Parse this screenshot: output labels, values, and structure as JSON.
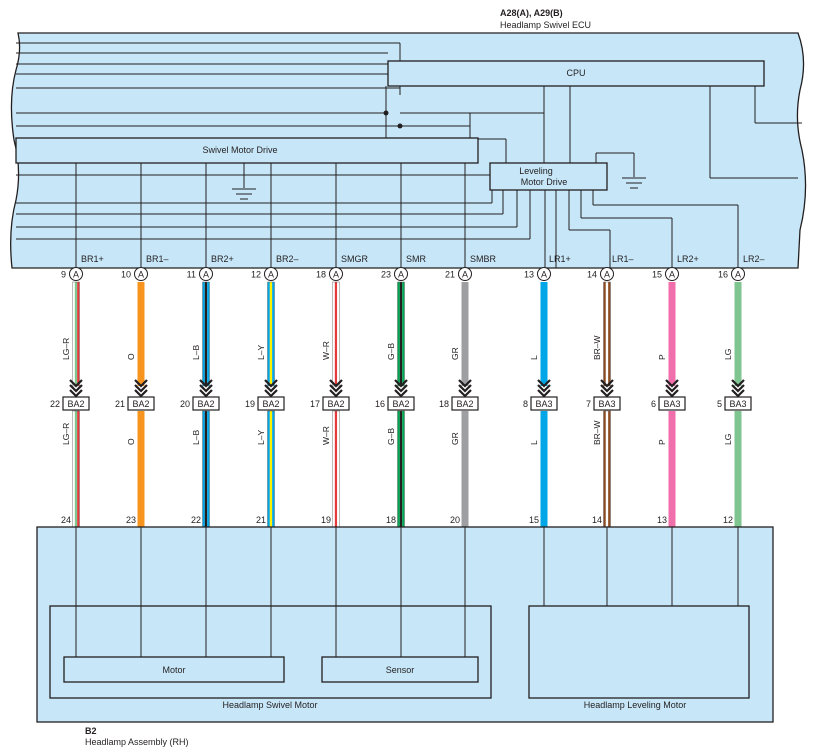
{
  "ecu": {
    "code": "A28(A), A29(B)",
    "name": "Headlamp Swivel ECU",
    "cpu_label": "CPU",
    "swivel_drive_label": "Swivel Motor Drive",
    "leveling_drive_line1": "Leveling",
    "leveling_drive_line2": "Motor Drive"
  },
  "assembly": {
    "code": "B2",
    "name": "Headlamp Assembly (RH)",
    "swivel_motor_label": "Headlamp Swivel Motor",
    "leveling_motor_label": "Headlamp Leveling Motor",
    "motor_label": "Motor",
    "sensor_label": "Sensor"
  },
  "circuits": [
    {
      "signal": "BR1+",
      "ecu_pin": "9",
      "ecu_conn": "A",
      "wire": "LG–R",
      "joint_pin": "22",
      "joint": "BA2",
      "asm_pin": "24",
      "colors": [
        "#ffffff",
        "#7ec58f",
        "#e23a3a"
      ]
    },
    {
      "signal": "BR1–",
      "ecu_pin": "10",
      "ecu_conn": "A",
      "wire": "O",
      "joint_pin": "21",
      "joint": "BA2",
      "asm_pin": "23",
      "colors": [
        "#f7941d"
      ]
    },
    {
      "signal": "BR2+",
      "ecu_pin": "11",
      "ecu_conn": "A",
      "wire": "L–B",
      "joint_pin": "20",
      "joint": "BA2",
      "asm_pin": "22",
      "colors": [
        "#00a6e6",
        "#231f20"
      ]
    },
    {
      "signal": "BR2–",
      "ecu_pin": "12",
      "ecu_conn": "A",
      "wire": "L–Y",
      "joint_pin": "19",
      "joint": "BA2",
      "asm_pin": "21",
      "colors": [
        "#00a6e6",
        "#fff200"
      ]
    },
    {
      "signal": "SMGR",
      "ecu_pin": "18",
      "ecu_conn": "A",
      "wire": "W–R",
      "joint_pin": "17",
      "joint": "BA2",
      "asm_pin": "19",
      "colors": [
        "#ffffff",
        "#e23a3a"
      ]
    },
    {
      "signal": "SMR",
      "ecu_pin": "23",
      "ecu_conn": "A",
      "wire": "G–B",
      "joint_pin": "16",
      "joint": "BA2",
      "asm_pin": "18",
      "colors": [
        "#00a651",
        "#231f20"
      ]
    },
    {
      "signal": "SMBR",
      "ecu_pin": "21",
      "ecu_conn": "A",
      "wire": "GR",
      "joint_pin": "18",
      "joint": "BA2",
      "asm_pin": "20",
      "colors": [
        "#9d9fa2"
      ]
    },
    {
      "signal": "LR1+",
      "ecu_pin": "13",
      "ecu_conn": "A",
      "wire": "L",
      "joint_pin": "8",
      "joint": "BA3",
      "asm_pin": "15",
      "colors": [
        "#00a6e6"
      ]
    },
    {
      "signal": "LR1–",
      "ecu_pin": "14",
      "ecu_conn": "A",
      "wire": "BR–W",
      "joint_pin": "7",
      "joint": "BA3",
      "asm_pin": "14",
      "colors": [
        "#8b4a20",
        "#ffffff"
      ]
    },
    {
      "signal": "LR2+",
      "ecu_pin": "15",
      "ecu_conn": "A",
      "wire": "P",
      "joint_pin": "6",
      "joint": "BA3",
      "asm_pin": "13",
      "colors": [
        "#f06eaa"
      ]
    },
    {
      "signal": "LR2–",
      "ecu_pin": "16",
      "ecu_conn": "A",
      "wire": "LG",
      "joint_pin": "5",
      "joint": "BA3",
      "asm_pin": "12",
      "colors": [
        "#7ec58f"
      ]
    }
  ]
}
